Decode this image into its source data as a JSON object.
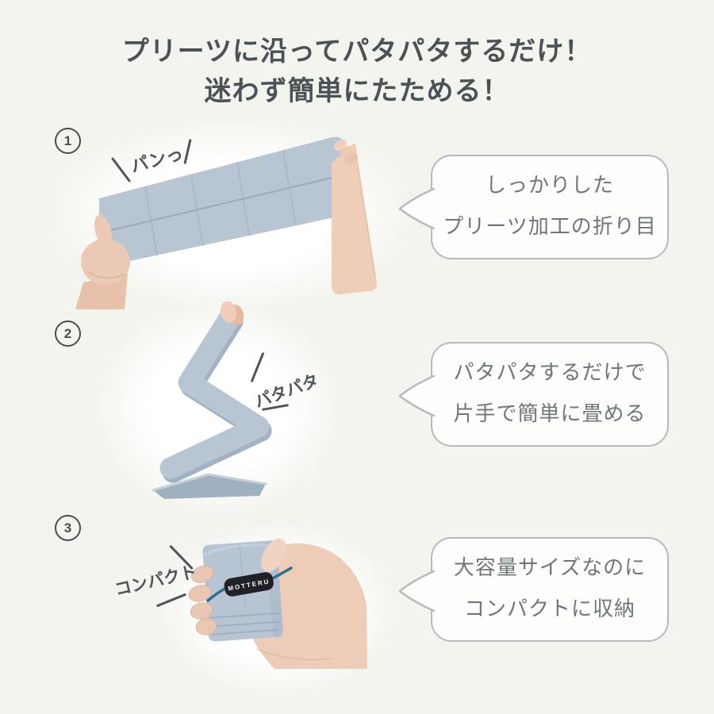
{
  "title": {
    "line1": "プリーツに沿ってパタパタするだけ！",
    "line2": "迷わず簡単にたためる！"
  },
  "steps": [
    {
      "number": "1",
      "sound_label": "パンっ",
      "bubble": {
        "line1": "しっかりした",
        "line2": "プリーツ加工の折り目"
      }
    },
    {
      "number": "2",
      "sound_label": "パタパタ",
      "bubble": {
        "line1": "パタパタするだけで",
        "line2": "片手で簡単に畳める"
      }
    },
    {
      "number": "3",
      "sound_label": "コンパクト",
      "bubble": {
        "line1": "大容量サイズなのに",
        "line2": "コンパクトに収納"
      }
    }
  ],
  "brand_band": {
    "label": "MOTTERU"
  },
  "colors": {
    "background": "#f4f4ef",
    "title_text": "#4a5256",
    "accent_gray": "#4e5559",
    "bubble_border": "#b7babd",
    "bubble_fill": "#fdfdfb",
    "bubble_text": "#6f767b",
    "cloth_blue": "#b8c5d3",
    "skin": "#ecc9b5",
    "band_black": "#1f2126",
    "cord_teal": "#336e8c"
  }
}
